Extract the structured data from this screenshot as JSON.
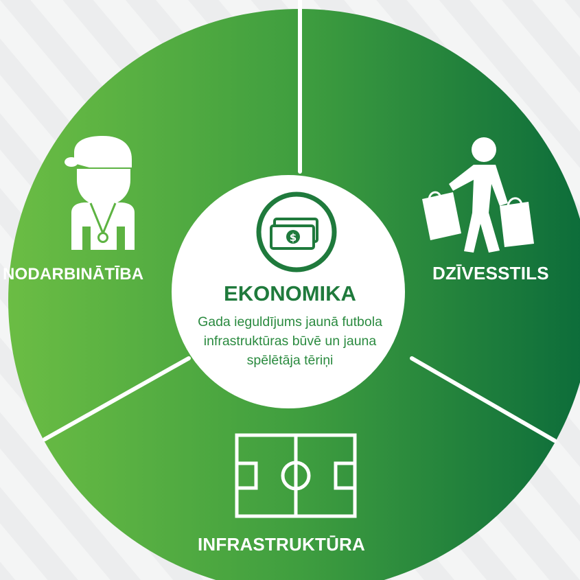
{
  "colors": {
    "background": "#f3f4f4",
    "ring_gradient_start": "#6bbd44",
    "ring_gradient_end": "#0b6b3a",
    "center_circle": "#ffffff",
    "center_text": "#1f7a3c",
    "divider": "#ffffff"
  },
  "center": {
    "title": "EKONOMIKA",
    "description": "Gada ieguldījums jaunā futbola  infrastruktūras būvē un jauna spēlētāja tēriņi",
    "icon": "money-bill-icon"
  },
  "segments": [
    {
      "label": "NODARBINĀTĪBA",
      "icon": "coach-with-whistle-icon"
    },
    {
      "label": "DZĪVESSTILS",
      "icon": "shopping-person-icon"
    },
    {
      "label": "INFRASTRUKTŪRA",
      "icon": "football-pitch-icon"
    }
  ]
}
